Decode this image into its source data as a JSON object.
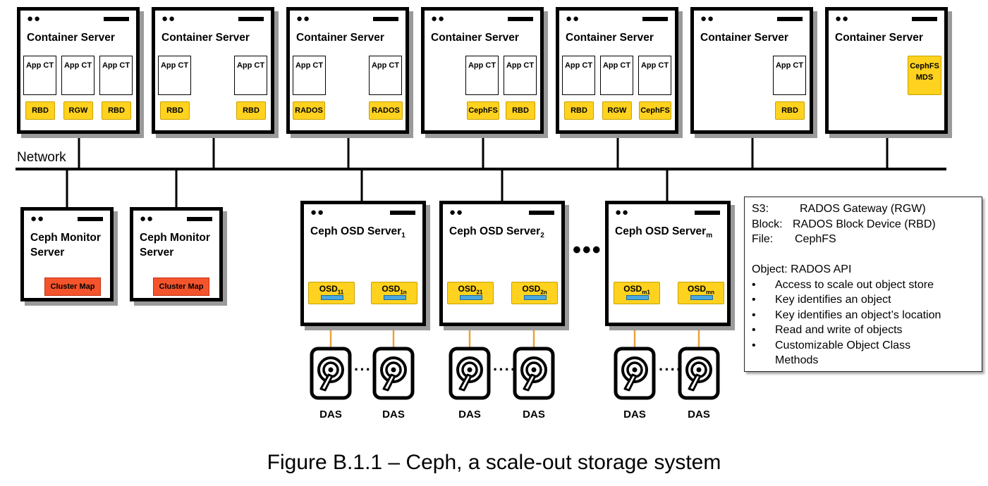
{
  "network_label": "Network",
  "container_servers": [
    {
      "title": "Container Server",
      "cts": [
        "App CT",
        "App CT",
        "App CT"
      ],
      "services": [
        "RBD",
        "RGW",
        "RBD"
      ]
    },
    {
      "title": "Container Server",
      "cts": [
        "App CT",
        "App CT"
      ],
      "services": [
        "RBD",
        "RBD"
      ]
    },
    {
      "title": "Container Server",
      "cts": [
        "App CT",
        "App CT"
      ],
      "services": [
        "RADOS",
        "RADOS"
      ]
    },
    {
      "title": "Container Server",
      "cts": [
        "App CT",
        "App CT"
      ],
      "services": [
        "CephFS",
        "RBD"
      ]
    },
    {
      "title": "Container Server",
      "cts": [
        "App CT",
        "App CT",
        "App CT"
      ],
      "services": [
        "RBD",
        "RGW",
        "CephFS"
      ]
    },
    {
      "title": "Container Server",
      "cts": [
        "App CT"
      ],
      "services": [
        "RBD"
      ]
    },
    {
      "title": "Container Server",
      "cts": [],
      "services": [],
      "mds_line1": "CephFS",
      "mds_line2": "MDS"
    }
  ],
  "monitors": [
    {
      "title_line1": "Ceph Monitor",
      "title_line2": "Server",
      "cluster_map": "Cluster Map"
    },
    {
      "title_line1": "Ceph Monitor",
      "title_line2": "Server",
      "cluster_map": "Cluster Map"
    }
  ],
  "osd_servers": [
    {
      "title": "Ceph OSD Server",
      "title_sub": "1",
      "osd_a": "OSD",
      "osd_a_sub": "11",
      "osd_b": "OSD",
      "osd_b_sub": "1n"
    },
    {
      "title": "Ceph OSD Server",
      "title_sub": "2",
      "osd_a": "OSD",
      "osd_a_sub": "21",
      "osd_b": "OSD",
      "osd_b_sub": "2n"
    },
    {
      "title": "Ceph OSD Server",
      "title_sub": "m",
      "osd_a": "OSD",
      "osd_a_sub": "m1",
      "osd_b": "OSD",
      "osd_b_sub": "mn"
    }
  ],
  "osd_ellipsis": "•••",
  "das_label": "DAS",
  "das_separator": "·····",
  "legend": {
    "s3_key": "S3:",
    "s3_val": "RADOS Gateway (RGW)",
    "block_key": "Block:",
    "block_val": "RADOS Block Device (RBD)",
    "file_key": "File:",
    "file_val": "CephFS",
    "object_heading": "Object: RADOS API",
    "bullet_char": "•",
    "bullets": [
      "Access to scale out object store",
      "Key identifies an object",
      "Key identifies an object’s location",
      "Read and write of objects",
      "Customizable Object Class",
      "Methods"
    ]
  },
  "caption": "Figure B.1.1 – Ceph, a scale-out storage system",
  "colors": {
    "service_yellow": "#ffd21f",
    "cluster_map_red": "#f4542c",
    "osd_bar_blue": "#4aa8e0",
    "shadow_grey": "#9a9a9a"
  }
}
